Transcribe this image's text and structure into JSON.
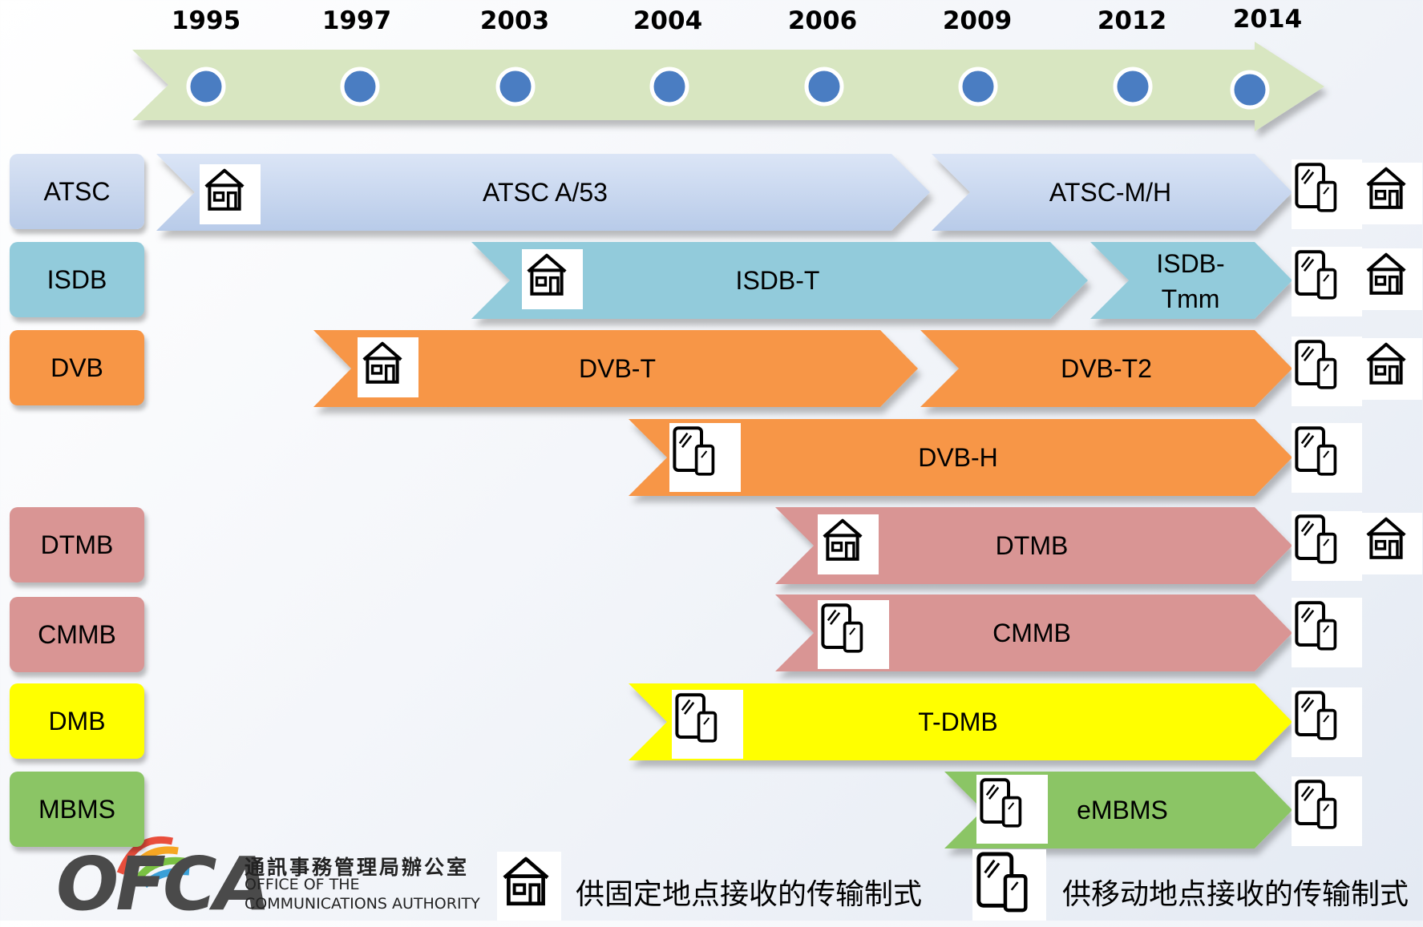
{
  "timeline": {
    "years": [
      "1995",
      "1997",
      "2003",
      "2004",
      "2006",
      "2009",
      "2012",
      "2014"
    ]
  },
  "standards": [
    {
      "label": "ATSC",
      "color": "#c3d2ec"
    },
    {
      "label": "ISDB",
      "color": "#92cbdb"
    },
    {
      "label": "DVB",
      "color": "#f79646"
    },
    {
      "label": "DTMB",
      "color": "#d99594"
    },
    {
      "label": "CMMB",
      "color": "#d99594"
    },
    {
      "label": "DMB",
      "color": "#ffff00"
    },
    {
      "label": "MBMS",
      "color": "#8bc565"
    }
  ],
  "bars": {
    "atsc_a53": "ATSC A/53",
    "atsc_mh": "ATSC-M/H",
    "isdb_t": "ISDB-T",
    "isdb_tmm": "ISDB-Tmm",
    "dvb_t": "DVB-T",
    "dvb_t2": "DVB-T2",
    "dvb_h": "DVB-H",
    "dtmb": "DTMB",
    "cmmb": "CMMB",
    "t_dmb": "T-DMB",
    "embms": "eMBMS"
  },
  "isdb_tmm_lines": [
    "ISDB-",
    "Tmm"
  ],
  "icons": {
    "fixed": "house-icon",
    "mobile": "mobile-devices-icon"
  },
  "legend": {
    "fixed": "供固定地点接收的传输制式",
    "mobile": "供移动地点接收的传输制式"
  },
  "logo": {
    "acronym": "OFCA",
    "chinese": "通訊事務管理局辦公室",
    "english_line1": "OFFICE OF THE",
    "english_line2": "COMMUNICATIONS AUTHORITY"
  },
  "colors": {
    "timeline_arrow": "#d8e6c1",
    "timeline_dot": "#4a7dc2",
    "atsc_bar": "#c9d7ee",
    "isdb_bar": "#92cbdb",
    "dvb_bar": "#f79646",
    "dtmb_bar": "#d99594",
    "dmb_bar": "#ffff00",
    "mbms_bar": "#8bc565"
  }
}
